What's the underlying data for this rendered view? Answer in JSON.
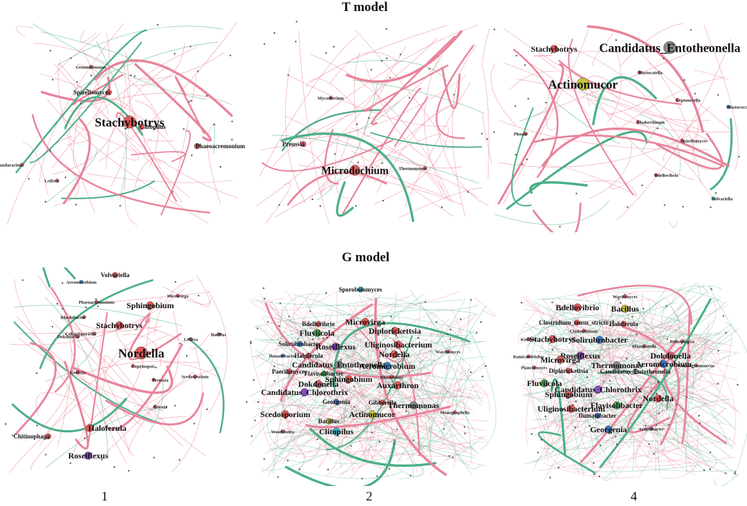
{
  "figure": {
    "row_titles": [
      "T model",
      "G model"
    ],
    "column_labels": [
      "1",
      "2",
      "4"
    ],
    "colors": {
      "positive_edge": "#e8849a",
      "negative_edge": "#4caf86",
      "node_default": "#e05a5a"
    }
  },
  "networks": [
    {
      "panel": "T-1",
      "nodes": [
        {
          "label": "Stachybotrys",
          "size": "xl",
          "color": "#e05a5a"
        },
        {
          "label": "Spizellomyces",
          "size": "s",
          "color": "#e05a5a"
        },
        {
          "label": "Clitopilus",
          "size": "s",
          "color": "#e05a5a"
        },
        {
          "label": "Phaeoacremonium",
          "size": "s",
          "color": "#e05a5a"
        },
        {
          "label": "Gemmatimonas",
          "size": "xs",
          "color": "#e05a5a"
        },
        {
          "label": "Sandaracinus",
          "size": "xs",
          "color": "#e05a5a"
        },
        {
          "label": "Leifera",
          "size": "xs",
          "color": "#e05a5a"
        }
      ]
    },
    {
      "panel": "T-2",
      "nodes": [
        {
          "label": "Microdochium",
          "size": "l",
          "color": "#e05a5a"
        },
        {
          "label": "Preussia",
          "size": "s",
          "color": "#e05a5a"
        },
        {
          "label": "Thermomonas",
          "size": "xs",
          "color": "#e05a5a"
        },
        {
          "label": "Mycothecium",
          "size": "xs",
          "color": "#e05a5a"
        }
      ]
    },
    {
      "panel": "T-4",
      "nodes": [
        {
          "label": "Candidatus_Entotheonella",
          "size": "xl",
          "color": "#8a8a8a"
        },
        {
          "label": "Actinomucor",
          "size": "xl",
          "color": "#c8c43a"
        },
        {
          "label": "Stachybotrys",
          "size": "m",
          "color": "#e05a5a"
        },
        {
          "label": "Blastocatella",
          "size": "xs",
          "color": "#e05a5a"
        },
        {
          "label": "Leptonecella",
          "size": "xs",
          "color": "#e05a5a"
        },
        {
          "label": "Blastococcus",
          "size": "xs",
          "color": "#3a7ac8"
        },
        {
          "label": "Cladorrhinum",
          "size": "xs",
          "color": "#e05a5a"
        },
        {
          "label": "Spizellomyces",
          "size": "xs",
          "color": "#e05a5a"
        },
        {
          "label": "Bdellovibrio",
          "size": "xs",
          "color": "#e05a5a"
        },
        {
          "label": "Volvariella",
          "size": "xs",
          "color": "#3ab0c0"
        },
        {
          "label": "Phoma",
          "size": "xs",
          "color": "#e05a5a"
        }
      ]
    },
    {
      "panel": "G-1",
      "nodes": [
        {
          "label": "Nordella",
          "size": "xl",
          "color": "#e05a5a"
        },
        {
          "label": "Sphingobium",
          "size": "m",
          "color": "#e05a5a"
        },
        {
          "label": "Stachybotrys",
          "size": "m",
          "color": "#e05a5a"
        },
        {
          "label": "Haloferula",
          "size": "m",
          "color": "#e05a5a"
        },
        {
          "label": "Chitinophaga",
          "size": "s",
          "color": "#e05a5a"
        },
        {
          "label": "Roseiflexus",
          "size": "m",
          "color": "#8a4ac8"
        },
        {
          "label": "Volvariella",
          "size": "s",
          "color": "#e05a5a"
        },
        {
          "label": "Calcarisporiella",
          "size": "xs",
          "color": "#e05a5a"
        },
        {
          "label": "Coprinopsis",
          "size": "xs",
          "color": "#e05a5a"
        },
        {
          "label": "Edenia",
          "size": "xs",
          "color": "#e05a5a"
        },
        {
          "label": "Bacillus",
          "size": "xs",
          "color": "#e05a5a"
        },
        {
          "label": "Microvirga",
          "size": "xs",
          "color": "#e05a5a"
        },
        {
          "label": "Dokdonella",
          "size": "xs",
          "color": "#e05a5a"
        },
        {
          "label": "Scedosporium",
          "size": "xs",
          "color": "#e05a5a"
        },
        {
          "label": "Preussia",
          "size": "xs",
          "color": "#e05a5a"
        },
        {
          "label": "Aeromicrobium",
          "size": "xs",
          "color": "#3a7ac8"
        },
        {
          "label": "Phaeoacremonium",
          "size": "xs",
          "color": "#e05a5a"
        },
        {
          "label": "Rhodobacter",
          "size": "xs",
          "color": "#e05a5a"
        },
        {
          "label": "Leifera",
          "size": "xs",
          "color": "#e05a5a"
        },
        {
          "label": "Kofleria",
          "size": "xs",
          "color": "#e05a5a"
        }
      ]
    },
    {
      "panel": "G-2",
      "nodes": [
        {
          "label": "Sporobolomyces",
          "size": "s",
          "color": "#3ab0c0"
        },
        {
          "label": "Microvirga",
          "size": "m",
          "color": "#e05a5a"
        },
        {
          "label": "Bdellovibrio",
          "size": "s",
          "color": "#e05a5a"
        },
        {
          "label": "Fluviicola",
          "size": "m",
          "color": "#4caf50"
        },
        {
          "label": "Diplorickettsia",
          "size": "m",
          "color": "#e05a5a"
        },
        {
          "label": "Solirubrobacter",
          "size": "s",
          "color": "#3a7ac8"
        },
        {
          "label": "Roseiflexus",
          "size": "m",
          "color": "#8a4ac8"
        },
        {
          "label": "Uliginosibacterium",
          "size": "m",
          "color": "#e05a5a"
        },
        {
          "label": "Nordella",
          "size": "m",
          "color": "#e05a5a"
        },
        {
          "label": "Haloferula",
          "size": "s",
          "color": "#e05a5a"
        },
        {
          "label": "Candidatus_Entotheonella",
          "size": "m",
          "color": "#8a8a8a"
        },
        {
          "label": "Aeromicrobium",
          "size": "m",
          "color": "#3a7ac8"
        },
        {
          "label": "Paecilomyces",
          "size": "s",
          "color": "#e05a5a"
        },
        {
          "label": "Flavisolibacter",
          "size": "s",
          "color": "#4caf50"
        },
        {
          "label": "Sphingobium",
          "size": "m",
          "color": "#e05a5a"
        },
        {
          "label": "Dokdonella",
          "size": "m",
          "color": "#e05a5a"
        },
        {
          "label": "Auxarthron",
          "size": "m",
          "color": "#e05a5a"
        },
        {
          "label": "Candidatus_Chlorothrix",
          "size": "m",
          "color": "#8a4ac8"
        },
        {
          "label": "Georgenia",
          "size": "s",
          "color": "#3a7ac8"
        },
        {
          "label": "Gibberella",
          "size": "s",
          "color": "#e05a5a"
        },
        {
          "label": "Thermomonas",
          "size": "m",
          "color": "#8a8a8a"
        },
        {
          "label": "Scedosporium",
          "size": "m",
          "color": "#e05a5a"
        },
        {
          "label": "Bacillus",
          "size": "s",
          "color": "#c8c43a"
        },
        {
          "label": "Actinomucor",
          "size": "m",
          "color": "#c8c43a"
        },
        {
          "label": "Clitopilus",
          "size": "m",
          "color": "#3ab0c0"
        },
        {
          "label": "Wardomyces",
          "size": "xs",
          "color": "#e05a5a"
        },
        {
          "label": "Ilumatobacter",
          "size": "xs",
          "color": "#3a7ac8"
        },
        {
          "label": "Monographella",
          "size": "xs",
          "color": "#e05a5a"
        },
        {
          "label": "Woodsholea",
          "size": "xs",
          "color": "#e05a5a"
        },
        {
          "label": "Rhodobium",
          "size": "xs",
          "color": "#e05a5a"
        }
      ]
    },
    {
      "panel": "G-4",
      "nodes": [
        {
          "label": "Bdellovibrio",
          "size": "m",
          "color": "#e05a5a"
        },
        {
          "label": "Bacillus",
          "size": "m",
          "color": "#c8c43a"
        },
        {
          "label": "Clostridium_sensu_stricto_1",
          "size": "s",
          "color": "#e05a5a"
        },
        {
          "label": "Haloferula",
          "size": "s",
          "color": "#e05a5a"
        },
        {
          "label": "Stachybotrys",
          "size": "m",
          "color": "#e05a5a"
        },
        {
          "label": "Solirubrobacter",
          "size": "m",
          "color": "#3a7ac8"
        },
        {
          "label": "Roseiflexus",
          "size": "m",
          "color": "#8a4ac8"
        },
        {
          "label": "Dokdonella",
          "size": "m",
          "color": "#e05a5a"
        },
        {
          "label": "Microvirga",
          "size": "m",
          "color": "#e05a5a"
        },
        {
          "label": "Thermomonas",
          "size": "m",
          "color": "#8a8a8a"
        },
        {
          "label": "Aeromicrobium",
          "size": "m",
          "color": "#3a7ac8"
        },
        {
          "label": "Diplorickettsia",
          "size": "s",
          "color": "#e05a5a"
        },
        {
          "label": "Candidatus_Entotheonella",
          "size": "s",
          "color": "#8a8a8a"
        },
        {
          "label": "Fluviicola",
          "size": "m",
          "color": "#4caf50"
        },
        {
          "label": "Candidatus_Chlorothrix",
          "size": "m",
          "color": "#8a4ac8"
        },
        {
          "label": "Sphingobium",
          "size": "m",
          "color": "#e05a5a"
        },
        {
          "label": "Nordella",
          "size": "m",
          "color": "#e05a5a"
        },
        {
          "label": "Uliginosibacterium",
          "size": "m",
          "color": "#e05a5a"
        },
        {
          "label": "Flavisolibacter",
          "size": "m",
          "color": "#4caf50"
        },
        {
          "label": "Ilumatobacter",
          "size": "s",
          "color": "#3a7ac8"
        },
        {
          "label": "Georgenia",
          "size": "m",
          "color": "#3a7ac8"
        },
        {
          "label": "Cladorrhinum",
          "size": "xs",
          "color": "#e05a5a"
        },
        {
          "label": "Wardomyces",
          "size": "xs",
          "color": "#e05a5a"
        },
        {
          "label": "Blastocatella",
          "size": "xs",
          "color": "#e05a5a"
        },
        {
          "label": "Pedosphaera",
          "size": "xs",
          "color": "#e05a5a"
        },
        {
          "label": "Kofleria",
          "size": "xs",
          "color": "#e05a5a"
        },
        {
          "label": "Planctomyces",
          "size": "xs",
          "color": "#e05a5a"
        },
        {
          "label": "Ramicandelaber",
          "size": "xs",
          "color": "#e05a5a"
        },
        {
          "label": "Pseudogymnoascus",
          "size": "xs",
          "color": "#e05a5a"
        },
        {
          "label": "Arthrobacter",
          "size": "xs",
          "color": "#3a7ac8"
        }
      ]
    }
  ]
}
